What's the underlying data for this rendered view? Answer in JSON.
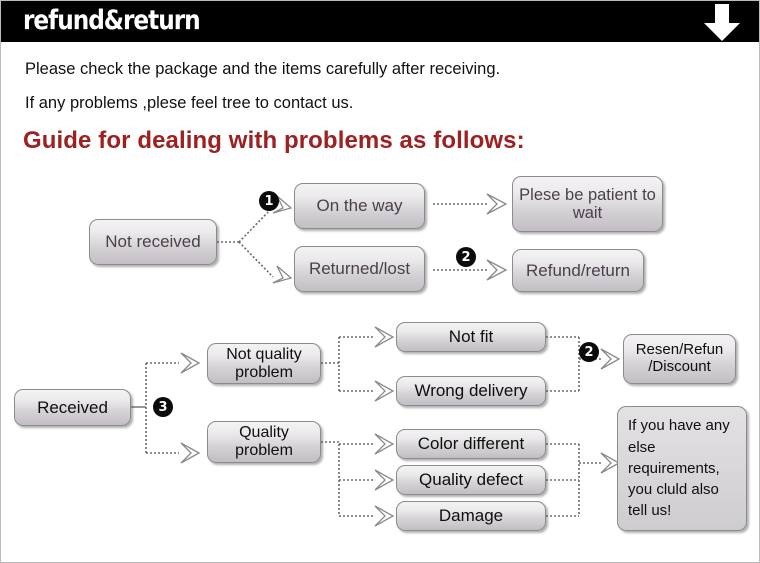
{
  "header": {
    "title": "refund&return",
    "arrow_icon": "down-arrow-icon"
  },
  "intro": {
    "line1": "Please check the package and the items carefully after receiving.",
    "line2": "If any problems ,plese feel tree to contact us."
  },
  "guide_title": "Guide for dealing with problems as follows:",
  "colors": {
    "header_bg": "#000000",
    "header_text": "#ffffff",
    "guide_title": "#9e2020",
    "box_border": "#8c8c8c",
    "box_text_purple": "#4c3f4d",
    "box_text_black": "#0f0f0f",
    "badge_bg": "#0b0b0b",
    "connector": "#6b6b6b"
  },
  "flow_top": {
    "source": "Not received",
    "branches": [
      {
        "label": "On the way",
        "badge": "1",
        "result": "Plese be patient to wait"
      },
      {
        "label": "Returned/lost",
        "badge": "2",
        "result": "Refund/return"
      }
    ]
  },
  "flow_bottom": {
    "source": "Received",
    "badge": "3",
    "categories": [
      {
        "label": "Not quality problem"
      },
      {
        "label": "Quality problem"
      }
    ],
    "reasons": [
      "Not fit",
      "Wrong delivery",
      "Color different",
      "Quality defect",
      "Damage"
    ],
    "outcome_badge": "2",
    "outcomes": [
      "Resen/Refun /Discount",
      "If you have any else requirements, you cluld also tell us!"
    ]
  }
}
